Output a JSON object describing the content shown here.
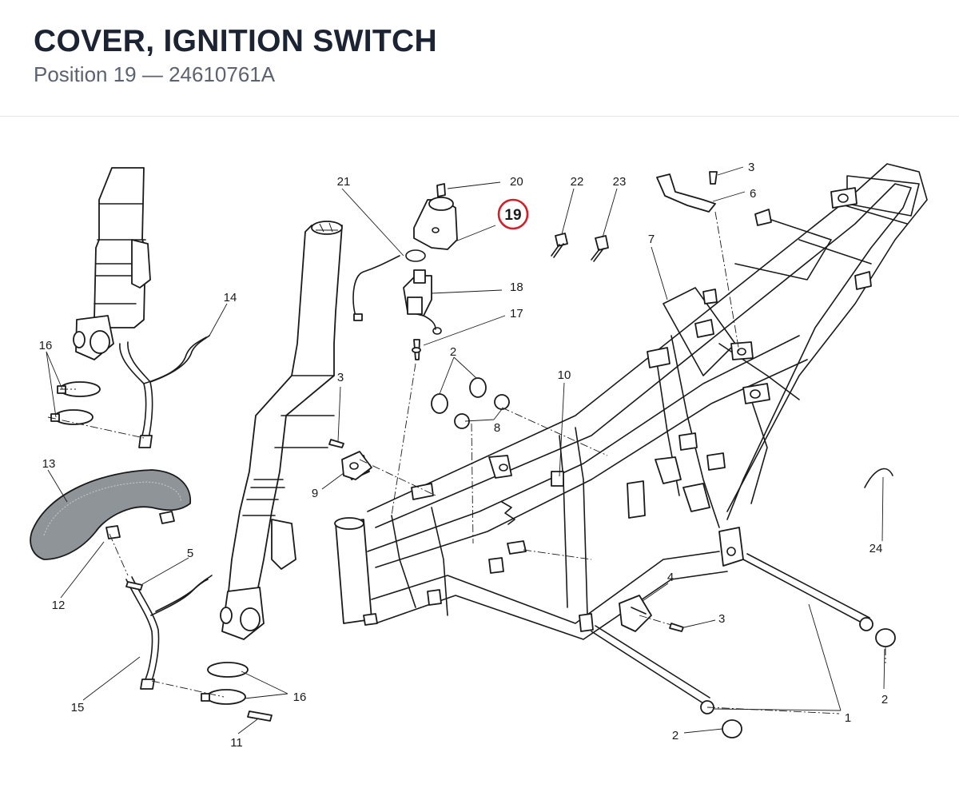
{
  "header": {
    "title": "COVER, IGNITION SWITCH",
    "subtitle": "Position 19 — 24610761A"
  },
  "highlight": {
    "position": "19",
    "ring_color": "#d0202a"
  },
  "callouts": [
    "20",
    "21",
    "22",
    "23",
    "3",
    "6",
    "18",
    "17",
    "7",
    "14",
    "16",
    "2",
    "10",
    "3",
    "8",
    "9",
    "13",
    "24",
    "5",
    "12",
    "4",
    "3",
    "15",
    "16",
    "11",
    "2",
    "1",
    "2"
  ]
}
